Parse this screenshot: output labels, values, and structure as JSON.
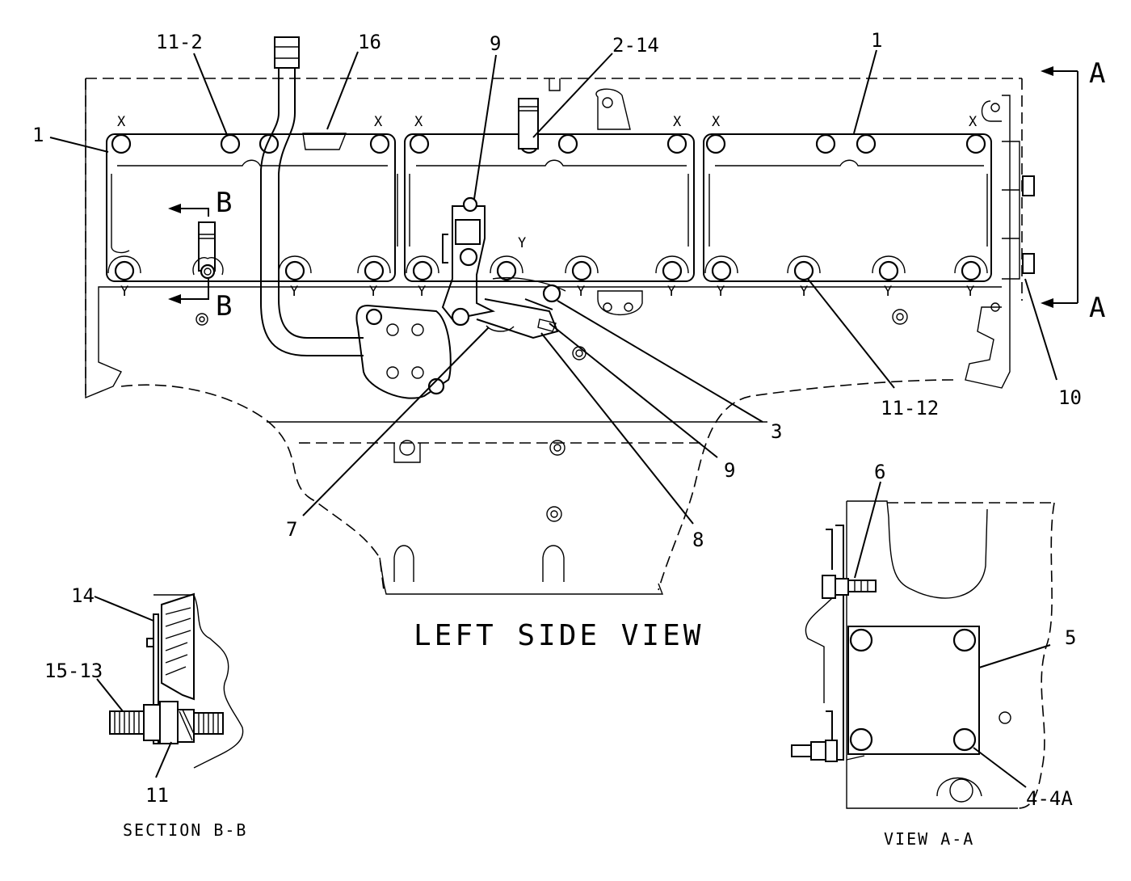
{
  "views": {
    "left_side": {
      "title": "LEFT SIDE VIEW"
    },
    "section_bb": {
      "title": "SECTION B-B",
      "marker": "B"
    },
    "view_aa": {
      "title": "VIEW A-A",
      "marker": "A"
    }
  },
  "row_markers": {
    "top": "X",
    "bottom": "Y"
  },
  "callouts": {
    "c1_left": "1",
    "c11_2": "11-2",
    "c16": "16",
    "c9_top": "9",
    "c2_14": "2-14",
    "c1_right": "1",
    "c3": "3",
    "c9_lower": "9",
    "c7": "7",
    "c8": "8",
    "c11_12": "11-12",
    "c10": "10",
    "c14": "14",
    "c15_13": "15-13",
    "c11": "11",
    "c6": "6",
    "c5": "5",
    "c4_4a": "4-4A"
  },
  "section_markers": {
    "a_top": "A",
    "a_bottom": "A",
    "b_top": "B",
    "b_bottom": "B"
  }
}
